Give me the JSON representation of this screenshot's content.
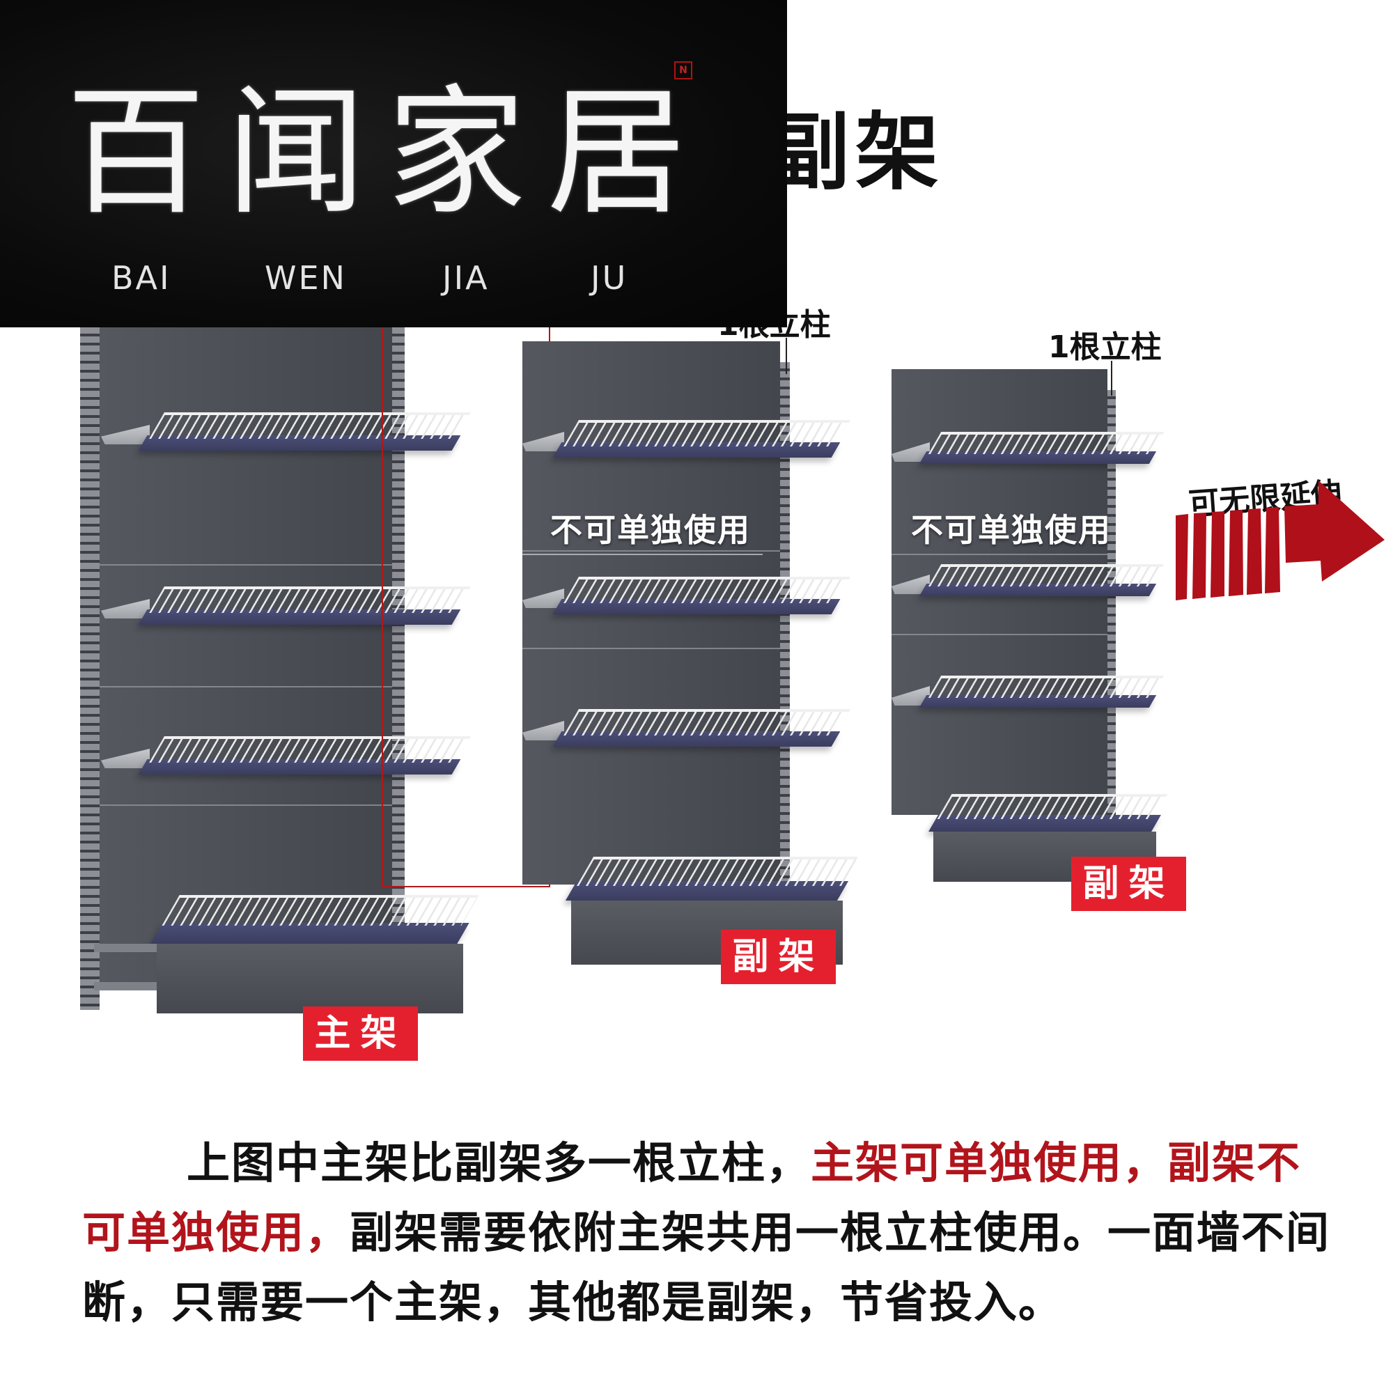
{
  "header": {
    "title": "副架",
    "logo": {
      "chinese": "百闻家居",
      "pinyin": [
        "BAI",
        "WEN",
        "JIA",
        "JU"
      ],
      "mark": "N"
    }
  },
  "annotations": {
    "column_note_middle": "1根立柱",
    "column_note_right": "1根立柱",
    "not_standalone_middle": "不可单独使用",
    "not_standalone_right": "不可单独使用",
    "extend": "可无限延伸"
  },
  "labels": {
    "main": "主架",
    "sub_middle": "副架",
    "sub_right": "副架"
  },
  "description": {
    "part1": "上图中主架比副架多一根立柱，",
    "part2_highlight": "主架可单独使用，副架不可单独使用，",
    "part3": "副架需要依附主架共用一根立柱使用。一面墙不间断，只需要一个主架，其他都是副架，节省投入。"
  },
  "colors": {
    "accent_red": "#e5202e",
    "highlight_text": "#b2141c",
    "shelf_panel": "#4b4e55",
    "logo_background": "#0a0a0a"
  }
}
